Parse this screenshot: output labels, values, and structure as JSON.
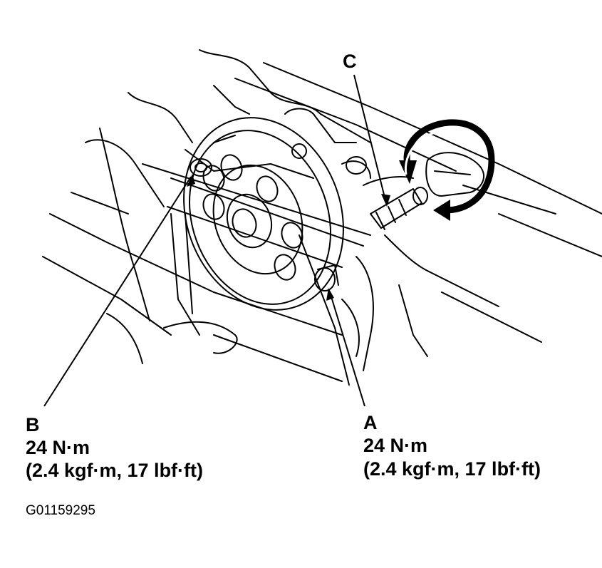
{
  "callouts": {
    "a": {
      "letter": "A",
      "torque_nm": "24 N·m",
      "torque_alt": "(2.4 kgf·m, 17 lbf·ft)"
    },
    "b": {
      "letter": "B",
      "torque_nm": "24 N·m",
      "torque_alt": "(2.4 kgf·m, 17 lbf·ft)"
    },
    "c": {
      "letter": "C"
    }
  },
  "figure_id": "G01159295",
  "colors": {
    "ink": "#000000",
    "paper": "#ffffff"
  }
}
